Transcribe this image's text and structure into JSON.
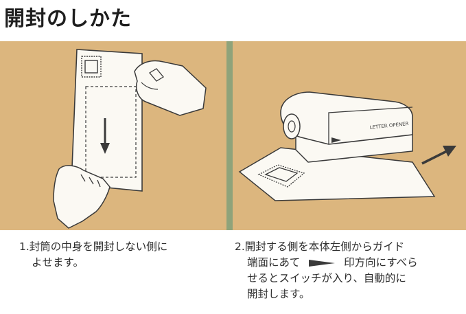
{
  "title": "開封のしかた",
  "steps": [
    {
      "number": "1.",
      "lines": [
        "封筒の中身を開封しない側に",
        "よせます。"
      ]
    },
    {
      "number": "2.",
      "lines": [
        "開封する側を本体左側からガイド",
        "端面にあて",
        "印方向にすべら",
        "せるとスイッチが入り、自動的に",
        "開封します。"
      ]
    }
  ],
  "device_label": "LETTER OPENER",
  "colors": {
    "panel": "#dcb67e",
    "divider": "#8fa37a",
    "ink": "#3a3a3a",
    "paper": "#ffffff"
  }
}
